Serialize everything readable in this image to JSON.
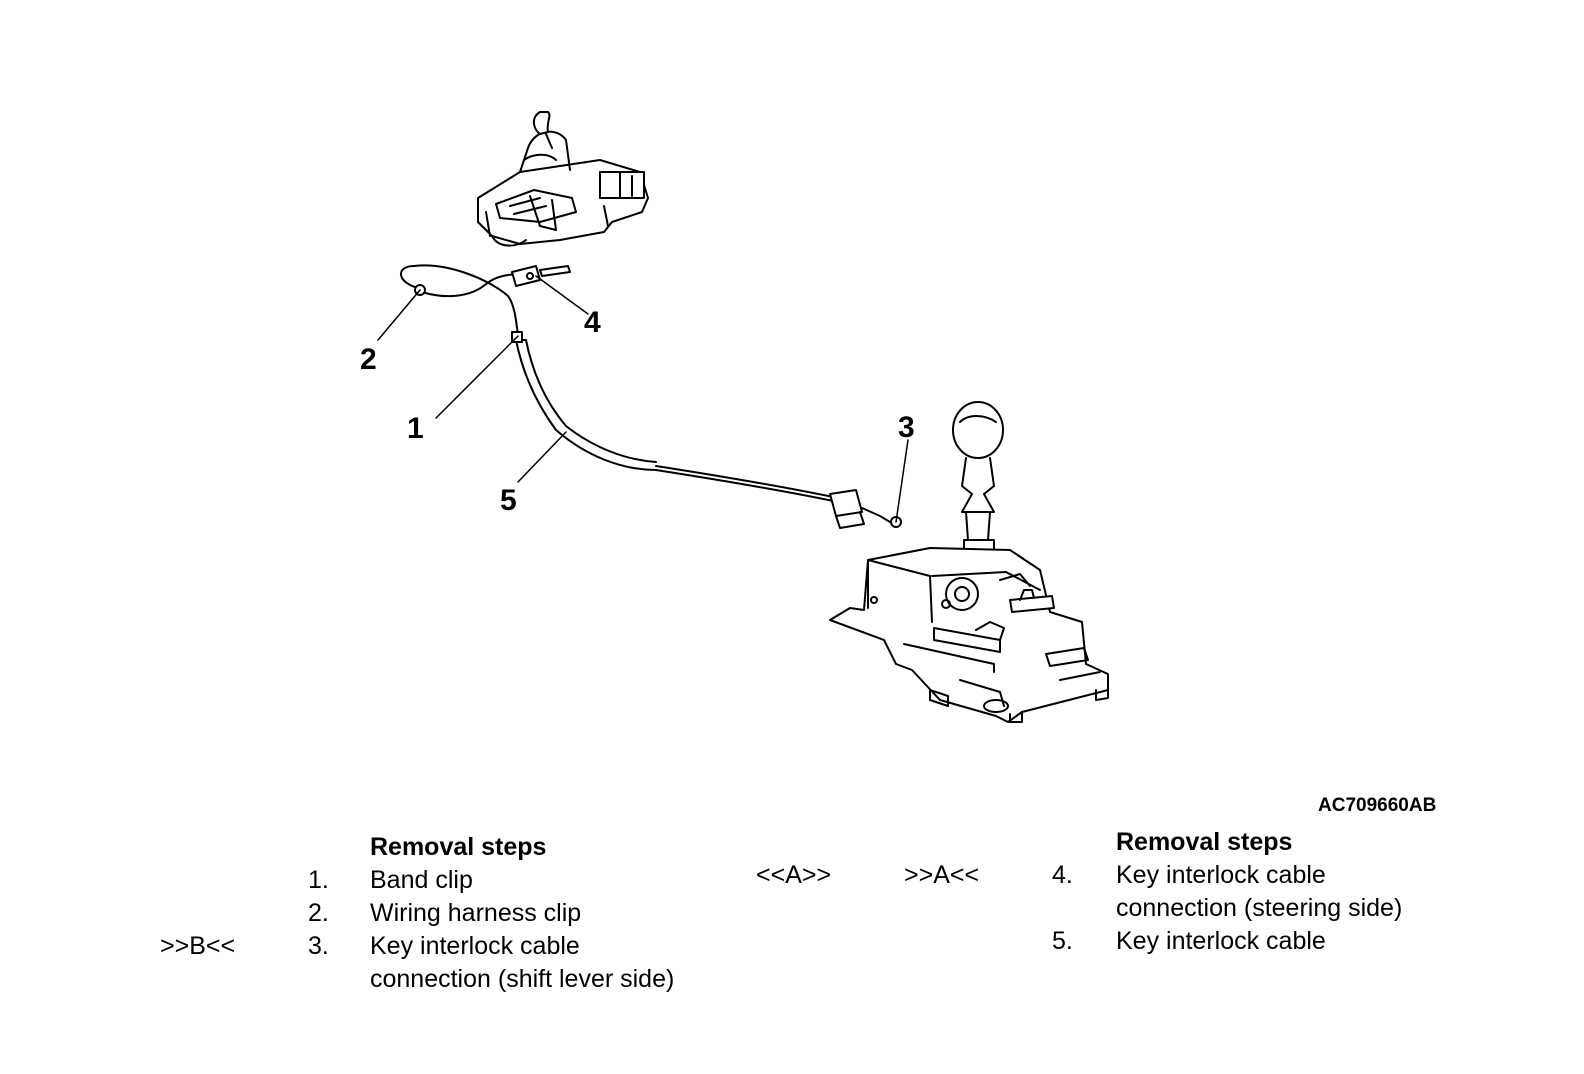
{
  "diagram": {
    "callouts": [
      "1",
      "2",
      "3",
      "4",
      "5"
    ],
    "figure_code": "AC709660AB"
  },
  "left_column": {
    "heading": "Removal steps",
    "steps": [
      {
        "marker": "",
        "num": "1.",
        "text": "Band clip"
      },
      {
        "marker": "",
        "num": "2.",
        "text": "Wiring harness clip"
      },
      {
        "marker": ">>B<<",
        "num": "3.",
        "text": "Key interlock cable",
        "text2": "connection (shift lever side)"
      }
    ]
  },
  "middle_markers": [
    "<<A>>",
    ">>A<<"
  ],
  "right_column": {
    "heading": "Removal steps",
    "steps": [
      {
        "num": "4.",
        "text": "Key interlock cable",
        "text2": "connection (steering side)"
      },
      {
        "num": "5.",
        "text": "Key interlock cable"
      }
    ]
  }
}
